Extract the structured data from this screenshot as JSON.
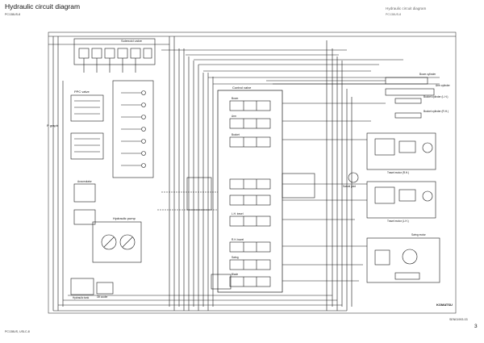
{
  "header": {
    "title": "Hydraulic circuit diagram",
    "model": "PC138US-8",
    "right_title": "Hydraulic circuit diagram",
    "right_model": "PC138US-8"
  },
  "footer": {
    "left_code": "PC138US, USLC-8",
    "ref_code": "SEN01993-03",
    "page_number": "3"
  },
  "brand_mark": "KOMATSU",
  "labels": {
    "solenoid_valve": "Solenoid valve",
    "accumulator": "Accumulator",
    "p_graph": "P graph",
    "hydraulic_pump": "Hydraulic pump",
    "ppc_valve": "PPC valve",
    "control_valve": "Control valve",
    "boom": "Boom",
    "arm": "Arm",
    "bucket": "Bucket",
    "swing": "Swing",
    "travel_lh": "L.H. travel",
    "travel_rh": "R.H. travel",
    "blade": "Blade",
    "boom_cylinder": "Boom cylinder",
    "arm_cylinder": "Arm cylinder",
    "bucket_cylinder_lh": "Bucket cylinder (L.H.)",
    "bucket_cylinder_rh": "Bucket cylinder (R.H.)",
    "travel_motor_lh": "Travel motor (L.H.)",
    "travel_motor_rh": "Travel motor (R.H.)",
    "swing_motor": "Swing motor",
    "swivel_joint": "Swivel joint",
    "hydraulic_tank": "Hydraulic tank",
    "oil_cooler": "Oil cooler"
  }
}
